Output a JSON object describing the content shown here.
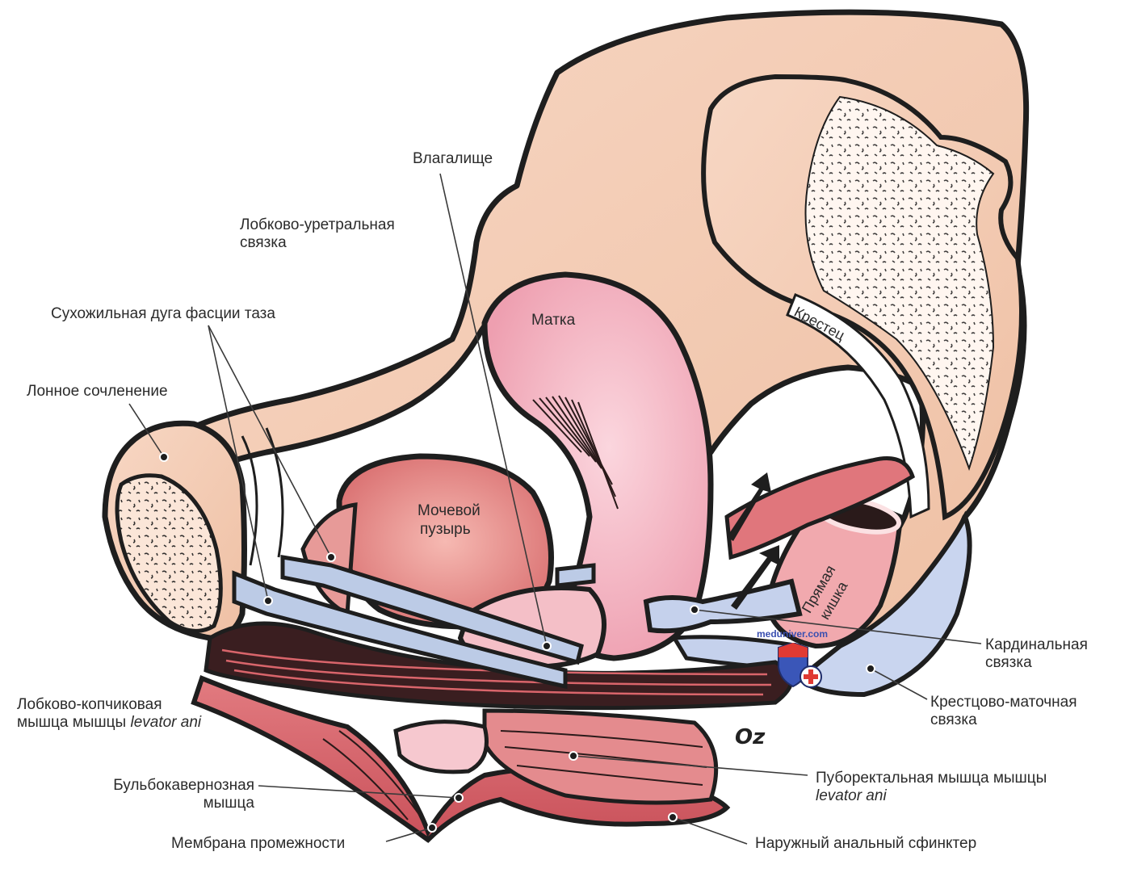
{
  "figure": {
    "structures": {
      "uterus": "Матка",
      "bladder_line1": "Мочевой",
      "bladder_line2": "пузырь",
      "sacrum": "Крестец",
      "rectum_line1": "Прямая",
      "rectum_line2": "кишка"
    },
    "labels": {
      "vagina": "Влагалище",
      "pubourethral_line1": "Лобково-уретральная",
      "pubourethral_line2": "связка",
      "arcus_tendineus": "Сухожильная дуга фасции таза",
      "pubic_symphysis": "Лонное сочленение",
      "pubococcygeus_line1": "Лобково-копчиковая",
      "pubococcygeus_line2_prefix": "мышца мышцы ",
      "pubococcygeus_line2_italic": "levator ani",
      "bulbocavernosus_line1": "Бульбокавернозная",
      "bulbocavernosus_line2": "мышца",
      "perineal_membrane": "Мембрана промежности",
      "cardinal_line1": "Кардинальная",
      "cardinal_line2": "связка",
      "uterosacral_line1": "Крестцово-маточная",
      "uterosacral_line2": "связка",
      "puborectalis_line1": "Пуборектальная мышца мышцы",
      "puborectalis_line2_italic": "levator ani",
      "external_anal_sphincter": "Наружный анальный сфинктер"
    },
    "artist_signature": "Oz",
    "watermark": "meduniver.com",
    "colors": {
      "bone": "#f3c9ae",
      "bone_light": "#f6d6c3",
      "uterus": "#f2b3bf",
      "bladder": "#e58f8e",
      "muscle": "#d9656b",
      "muscle_dark": "#2a1a1a",
      "ligament": "#bccbe6",
      "outline": "#1e1e1e",
      "watermark_blue": "#3a4fb0",
      "watermark_red": "#e03a33"
    }
  }
}
